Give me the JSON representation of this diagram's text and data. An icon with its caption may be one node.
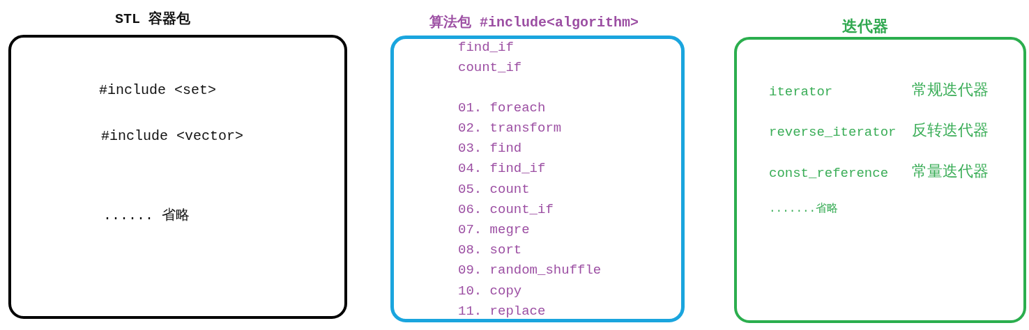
{
  "diagram": {
    "nodes": [
      {
        "text": [
          "STL 容器包",
          "#include <set>",
          "#include <vector>",
          "...... 省略"
        ]
      },
      {
        "text": [
          "算法包 #include<algorithm>",
          "find_if",
          "count_if",
          "01. foreach",
          "02. transform",
          "03. find",
          "04. find_if",
          "05. count",
          "06. count_if",
          "07. megre",
          "08. sort",
          "09. random_shuffle",
          "10. copy",
          "11. replace"
        ]
      },
      {
        "text": [
          "迭代器",
          "iterator",
          "常规迭代器",
          "reverse_iterator",
          "反转迭代器",
          "const_reference",
          "常量迭代器",
          ".......省略"
        ]
      }
    ]
  }
}
